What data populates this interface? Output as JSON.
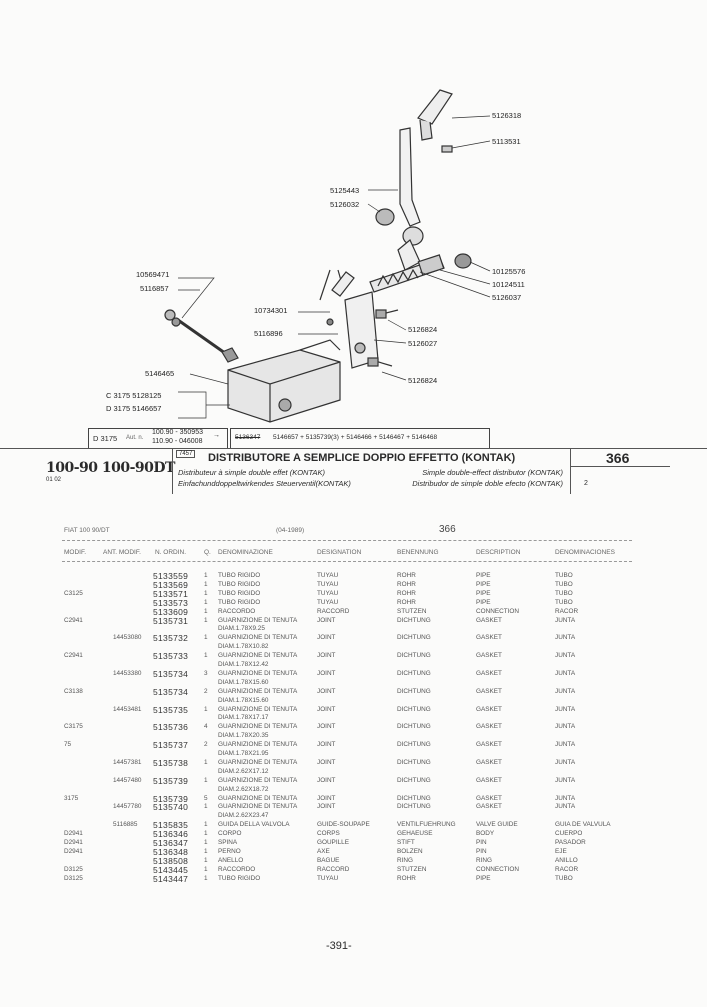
{
  "diagram": {
    "callouts": [
      "5126318",
      "5113531",
      "5125443",
      "5126032",
      "10125576",
      "10124511",
      "5126037",
      "10569471",
      "5116857",
      "10734301",
      "5116896",
      "5126824",
      "5126027",
      "5146465",
      "C 3175  5128125",
      "D 3175  5146657",
      "5126824"
    ]
  },
  "applicability": {
    "code": "D 3175",
    "aut": "Aut. n.",
    "from": "100.90 - 350953",
    "arrow": "→",
    "to": "110.90 - 046008",
    "formula": "5146657 + 5135739(3) + 5146466 + 5146467 + 5146468",
    "struck": "5136347"
  },
  "title_block": {
    "models": "100-90 100-90DT",
    "version": "01 02",
    "ref": "7457",
    "title": "DISTRIBUTORE A SEMPLICE DOPPIO EFFETTO (KONTAK)",
    "fr": "Distributeur à simple double effet (KONTAK)",
    "de": "Einfachunddoppeltwirkendes Steuerventil(KONTAK)",
    "en": "Simple double-effect distributor (KONTAK)",
    "es": "Distribudor de simple doble efecto (KONTAK)",
    "group": "366",
    "sheet": "2"
  },
  "list": {
    "model": "FIAT 100 90/DT",
    "date": "(04-1989)",
    "group": "366",
    "headers": [
      "MODIF.",
      "ANT. MODIF.",
      "N. ORDIN.",
      "Q.",
      "DENOMINAZIONE",
      "DESIGNATION",
      "BENENNUNG",
      "DESCRIPTION",
      "DENOMINACIONES"
    ],
    "rows": [
      [
        "",
        "",
        "5133559",
        "1",
        "TUBO RIGIDO",
        "",
        "TUYAU",
        "ROHR",
        "PIPE",
        "TUBO"
      ],
      [
        "",
        "",
        "5133569",
        "1",
        "TUBO RIGIDO",
        "",
        "TUYAU",
        "ROHR",
        "PIPE",
        "TUBO"
      ],
      [
        "C3125",
        "",
        "5133571",
        "1",
        "TUBO RIGIDO",
        "",
        "TUYAU",
        "ROHR",
        "PIPE",
        "TUBO"
      ],
      [
        "",
        "",
        "5133573",
        "1",
        "TUBO RIGIDO",
        "",
        "TUYAU",
        "ROHR",
        "PIPE",
        "TUBO"
      ],
      [
        "",
        "",
        "5133609",
        "1",
        "RACCORDO",
        "",
        "RACCORD",
        "STUTZEN",
        "CONNECTION",
        "RACOR"
      ],
      [
        "C2941",
        "",
        "5135731",
        "1",
        "GUARNIZIONE DI TENUTA",
        "DIAM.1.78X9.25",
        "JOINT",
        "DICHTUNG",
        "GASKET",
        "JUNTA"
      ],
      [
        "",
        "14453080",
        "5135732",
        "1",
        "GUARNIZIONE DI TENUTA",
        "DIAM.1.78X10.82",
        "JOINT",
        "DICHTUNG",
        "GASKET",
        "JUNTA"
      ],
      [
        "C2941",
        "",
        "5135733",
        "1",
        "GUARNIZIONE DI TENUTA",
        "DIAM.1.78X12.42",
        "JOINT",
        "DICHTUNG",
        "GASKET",
        "JUNTA"
      ],
      [
        "",
        "14453380",
        "5135734",
        "3",
        "GUARNIZIONE DI TENUTA",
        "DIAM.1.78X15.60",
        "JOINT",
        "DICHTUNG",
        "GASKET",
        "JUNTA"
      ],
      [
        "C3138",
        "",
        "5135734",
        "2",
        "GUARNIZIONE DI TENUTA",
        "DIAM.1.78X15.60",
        "JOINT",
        "DICHTUNG",
        "GASKET",
        "JUNTA"
      ],
      [
        "",
        "14453481",
        "5135735",
        "1",
        "GUARNIZIONE DI TENUTA",
        "DIAM.1.78X17.17",
        "JOINT",
        "DICHTUNG",
        "GASKET",
        "JUNTA"
      ],
      [
        "C3175",
        "",
        "5135736",
        "4",
        "GUARNIZIONE DI TENUTA",
        "DIAM.1.78X20.35",
        "JOINT",
        "DICHTUNG",
        "GASKET",
        "JUNTA"
      ],
      [
        "75",
        "",
        "5135737",
        "2",
        "GUARNIZIONE DI TENUTA",
        "DIAM.1.78X21.95",
        "JOINT",
        "DICHTUNG",
        "GASKET",
        "JUNTA"
      ],
      [
        "",
        "14457381",
        "5135738",
        "1",
        "GUARNIZIONE DI TENUTA",
        "DIAM.2.62X17.12",
        "JOINT",
        "DICHTUNG",
        "GASKET",
        "JUNTA"
      ],
      [
        "",
        "14457480",
        "5135739",
        "1",
        "GUARNIZIONE DI TENUTA",
        "DIAM.2.62X18.72",
        "JOINT",
        "DICHTUNG",
        "GASKET",
        "JUNTA"
      ],
      [
        "3175",
        "",
        "5135739",
        "5",
        "GUARNIZIONE DI TENUTA",
        "",
        "JOINT",
        "DICHTUNG",
        "GASKET",
        "JUNTA"
      ],
      [
        "",
        "14457780",
        "5135740",
        "1",
        "GUARNIZIONE DI TENUTA",
        "DIAM.2.62X23.47",
        "JOINT",
        "DICHTUNG",
        "GASKET",
        "JUNTA"
      ],
      [
        "",
        "5116885",
        "5135835",
        "1",
        "GUIDA DELLA VALVOLA",
        "",
        "GUIDE-SOUPAPE",
        "VENTILFUEHRUNG",
        "VALVE GUIDE",
        "GUIA DE VALVULA"
      ],
      [
        "D2941",
        "",
        "5136346",
        "1",
        "CORPO",
        "",
        "CORPS",
        "GEHAEUSE",
        "BODY",
        "CUERPO"
      ],
      [
        "D2941",
        "",
        "5136347",
        "1",
        "SPINA",
        "",
        "GOUPILLE",
        "STIFT",
        "PIN",
        "PASADOR"
      ],
      [
        "D2941",
        "",
        "5136348",
        "1",
        "PERNO",
        "",
        "AXE",
        "BOLZEN",
        "PIN",
        "EJE"
      ],
      [
        "",
        "",
        "5138508",
        "1",
        "ANELLO",
        "",
        "BAGUE",
        "RING",
        "RING",
        "ANILLO"
      ],
      [
        "D3125",
        "",
        "5143445",
        "1",
        "RACCORDO",
        "",
        "RACCORD",
        "STUTZEN",
        "CONNECTION",
        "RACOR"
      ],
      [
        "D3125",
        "",
        "5143447",
        "1",
        "TUBO RIGIDO",
        "",
        "TUYAU",
        "ROHR",
        "PIPE",
        "TUBO"
      ]
    ]
  },
  "footer": {
    "page": "-391-"
  }
}
